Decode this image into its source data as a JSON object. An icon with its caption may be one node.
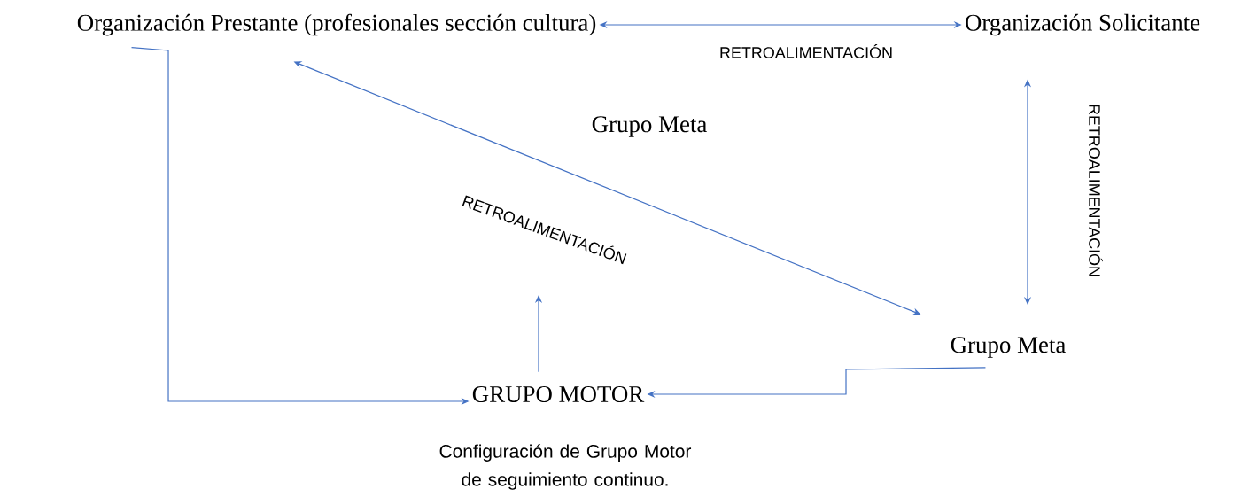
{
  "diagram": {
    "nodes": [
      {
        "text": [
          "Organización Prestante (profesionales sección cultura)"
        ]
      },
      {
        "text": [
          "Organización Solicitante"
        ]
      },
      {
        "text": [
          "Grupo Meta"
        ]
      },
      {
        "text": [
          "GRUPO MOTOR"
        ],
        "beside": [
          "Configuración de Grupo Motor de seguimiento continuo."
        ]
      }
    ],
    "edges": [
      {
        "from": 0,
        "to": 1,
        "arrow": "both",
        "label": "RETROALIMENTACIÓN"
      },
      {
        "from": 0,
        "to": 3,
        "arrow": "to"
      },
      {
        "from": 2,
        "to": 0,
        "arrow": "both",
        "label": "RETROALIMENTACIÓN"
      },
      {
        "from": 1,
        "to": 2,
        "arrow": "both",
        "label": "RETROALIMENTACIÓN"
      },
      {
        "from": 2,
        "to": 3,
        "arrow": "to"
      },
      {
        "from": 3,
        "to": null,
        "arrow": "to"
      }
    ],
    "labels": [
      "Grupo Meta"
    ]
  }
}
